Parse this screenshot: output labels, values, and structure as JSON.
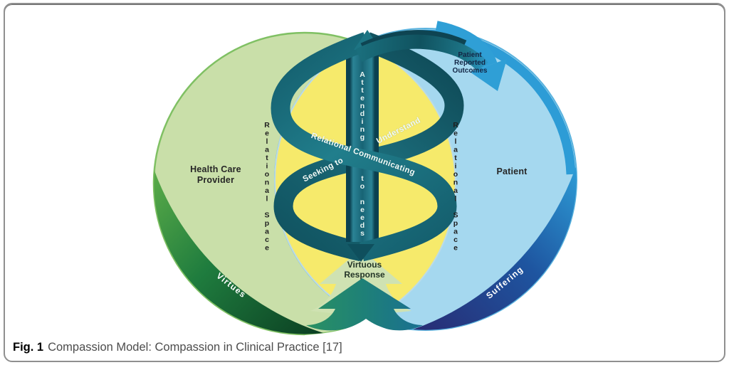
{
  "figure": {
    "caption_label": "Fig. 1",
    "caption_text": "Compassion Model: Compassion in Clinical Practice [17]"
  },
  "venn": {
    "left_circle_label": "Health Care\nProvider",
    "right_circle_label": "Patient",
    "left_arc_label": "Virtues",
    "right_arc_label": "Suffering",
    "overlap_left_label": "Relational Space",
    "overlap_right_label": "Relational Space"
  },
  "helix": {
    "column_top": "Attending",
    "column_bottom": "to needs",
    "strand_seeking": "Seeking to",
    "strand_understand": "Understand",
    "strand_communicating": "Relational Communicating"
  },
  "arrows": {
    "top_label": "Patient\nReported\nOutcomes",
    "bottom_label": "Virtuous\nResponse"
  },
  "colors": {
    "provider_fill": "#c9dfa9",
    "provider_rim": "#7fc063",
    "virtues_dark": "#0b3f22",
    "patient_fill": "#a5d8ef",
    "patient_rim": "#2d9cd6",
    "suffering_dark": "#282c74",
    "relational_space_fill": "#f6ea6b",
    "helix_teal": "#217e8c",
    "helix_dark": "#0e4a58",
    "top_arrow_blue": "#2f9fd6",
    "bottom_arrow_green": "#cfe2b2"
  }
}
